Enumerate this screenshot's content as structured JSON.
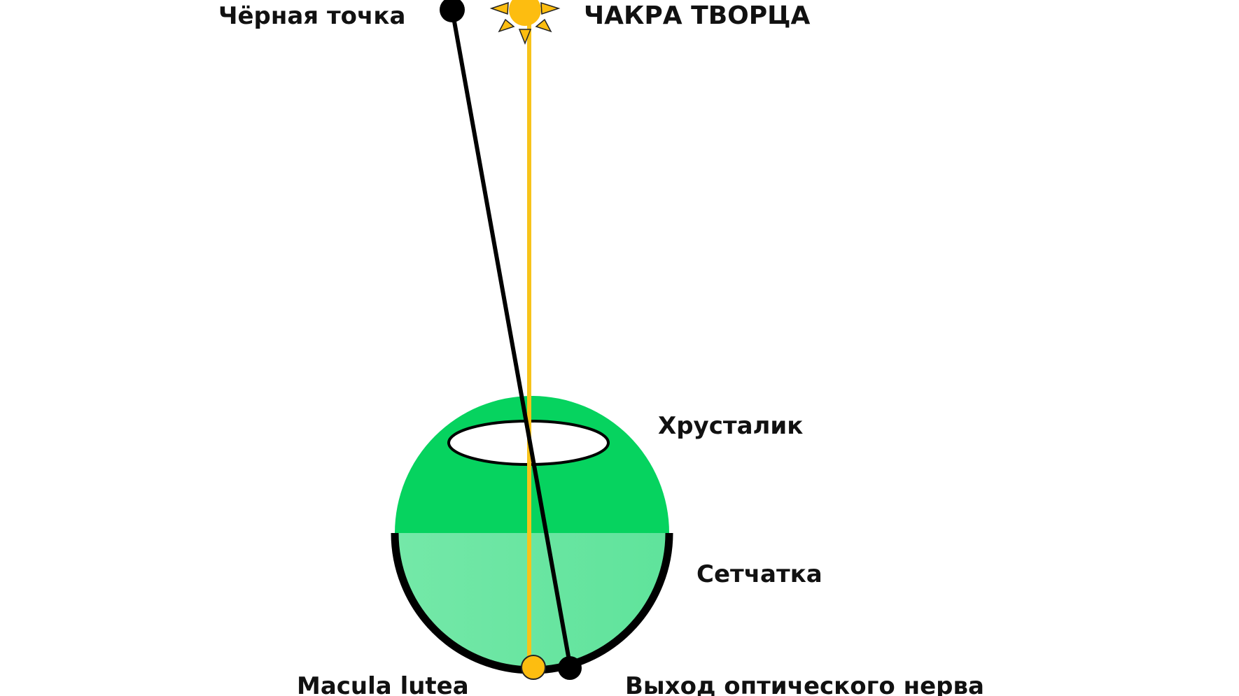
{
  "labels": {
    "black_point": "Чёрная точка",
    "creator_chakra": "ЧАКРА ТВОРЦА",
    "lens": "Хрусталик",
    "retina": "Сетчатка",
    "macula": "Macula lutea",
    "optic_nerve_exit": "Выход оптического нерва"
  },
  "colors": {
    "background": "#ffffff",
    "eye_upper": "#06d35f",
    "eye_lower_left": "#74e8a8",
    "eye_lower_right": "#5fe39b",
    "retina_stroke": "#000000",
    "lens_fill": "#ffffff",
    "sun": "#fdbd10",
    "sun_ray": "#f7c31a",
    "black_line": "#000000",
    "black_dot": "#000000",
    "text": "#111111"
  },
  "icons": {
    "sun": "sun-icon"
  }
}
